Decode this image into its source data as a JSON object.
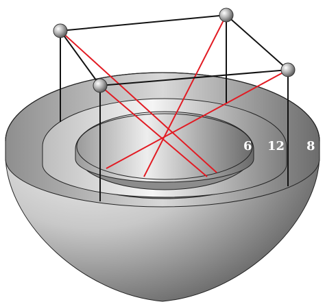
{
  "labels": {
    "inner_shell": "6",
    "middle_shell": "12",
    "outer_shell": "8"
  },
  "colors": {
    "frame_lines": "#111111",
    "red_lines": "#e21b23",
    "sphere_marker": "#9a9a9a",
    "bowl_light": "#f2f2f2",
    "bowl_dark": "#4a4a4a"
  }
}
